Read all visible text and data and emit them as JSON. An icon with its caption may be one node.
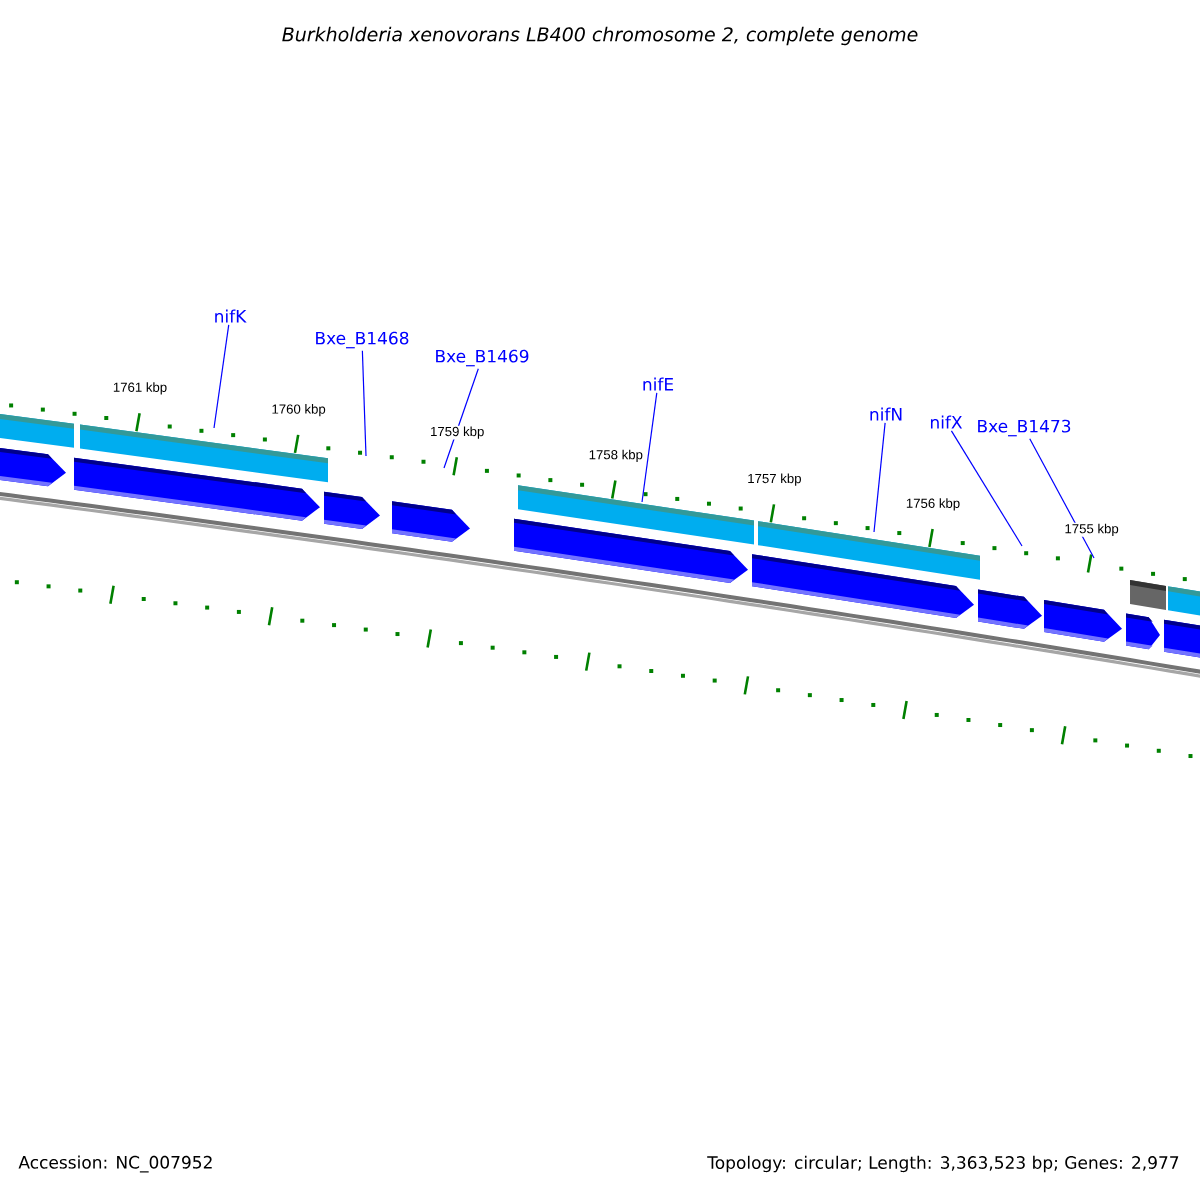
{
  "diagram": {
    "title": "Burkholderia xenovorans LB400 chromosome 2, complete genome",
    "nodes": [
      {
        "text": [
          "nifK"
        ]
      },
      {
        "text": [
          "Bxe_B1468"
        ]
      },
      {
        "text": [
          "Bxe_B1469"
        ]
      },
      {
        "text": [
          "nifE"
        ]
      },
      {
        "text": [
          "nifN"
        ]
      },
      {
        "text": [
          "nifX"
        ]
      },
      {
        "text": [
          "Bxe_B1473"
        ]
      }
    ],
    "edges": [
      {
        "from": 0,
        "to": null,
        "arrow": "none"
      },
      {
        "from": 1,
        "to": null,
        "arrow": "none"
      },
      {
        "from": 2,
        "to": null,
        "arrow": "none"
      },
      {
        "from": 3,
        "to": null,
        "arrow": "none"
      },
      {
        "from": 4,
        "to": null,
        "arrow": "none"
      },
      {
        "from": 5,
        "to": null,
        "arrow": "none"
      },
      {
        "from": 6,
        "to": null,
        "arrow": "none"
      }
    ],
    "labels": [
      "1761 kbp",
      "1760 kbp",
      "1759 kbp",
      "1758 kbp",
      "1757 kbp",
      "1756 kbp",
      "1755 kbp",
      "Accession: NC_007952",
      "Topology: circular; Length: 3,363,523 bp; Genes: 2,977"
    ]
  }
}
